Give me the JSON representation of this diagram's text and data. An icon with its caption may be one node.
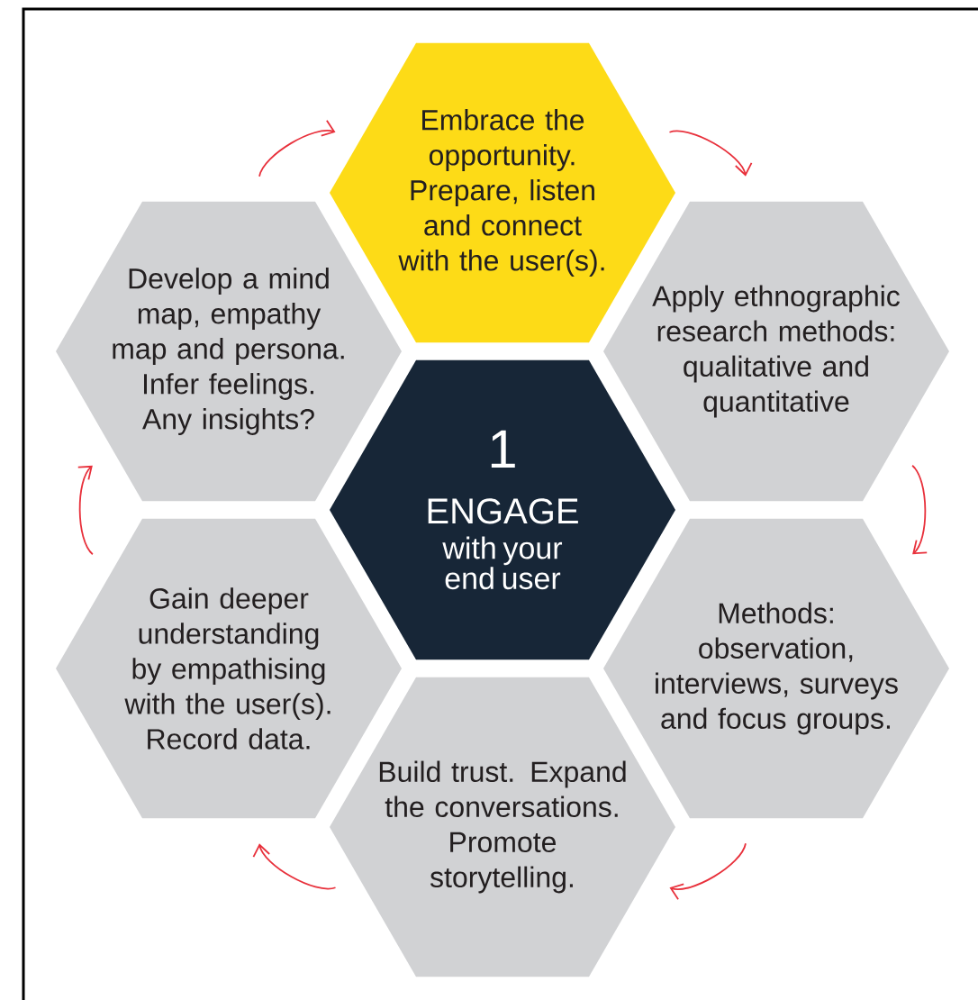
{
  "diagram": {
    "nodes": [
      {
        "text": [
          "Embrace the opportunity. Prepare, listen and connect with the user(s)."
        ]
      },
      {
        "text": [
          "Develop a mind map, empathy map and persona. Infer feelings. Any insights?"
        ]
      },
      {
        "text": [
          "Apply ethnographic research methods: qualitative and quantitative"
        ]
      },
      {
        "text": [
          "1",
          "ENGAGE",
          "with your end user"
        ]
      },
      {
        "text": [
          "Gain deeper understanding by empathising with the user(s). Record data."
        ]
      },
      {
        "text": [
          "Methods: observation, interviews, surveys and focus groups."
        ]
      },
      {
        "text": [
          "Build trust. Expand the conversations. Promote storytelling."
        ]
      }
    ],
    "edges": [
      {
        "from": 0,
        "to": 2,
        "arrow": "to"
      },
      {
        "from": 2,
        "to": 5,
        "arrow": "to"
      },
      {
        "from": 5,
        "to": 6,
        "arrow": "to"
      },
      {
        "from": 6,
        "to": 4,
        "arrow": "to"
      },
      {
        "from": 4,
        "to": 1,
        "arrow": "to"
      },
      {
        "from": 1,
        "to": 0,
        "arrow": "to"
      }
    ]
  }
}
